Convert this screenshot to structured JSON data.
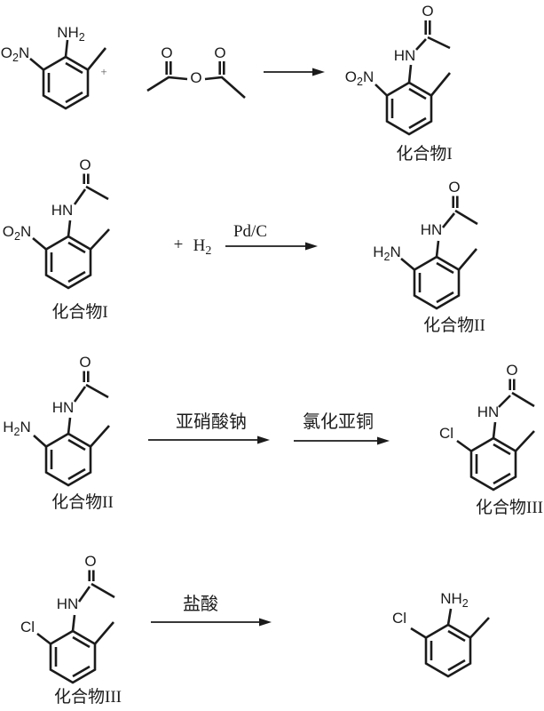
{
  "colors": {
    "background": "#ffffff",
    "ink": "#1b1b1b"
  },
  "atom_labels": {
    "o": "O",
    "hn": "HN",
    "cl": "Cl",
    "nh2": {
      "main": "NH",
      "sub": "2"
    },
    "o2n": {
      "o": "O",
      "sub": "2",
      "n": "N"
    },
    "h2n": {
      "h": "H",
      "sub": "2",
      "n": "N"
    }
  },
  "compound_labels": {
    "i": "化合物I",
    "ii": "化合物II",
    "iii": "化合物III"
  },
  "reagents": {
    "plus_row1": "+",
    "plus_row2": "+",
    "h2": {
      "main": "H",
      "sub": "2"
    },
    "pdc": "Pd/C",
    "sodium_nitrite": "亚硝酸钠",
    "cuprous_chloride": "氯化亚铜",
    "hydrochloric_acid": "盐酸"
  }
}
